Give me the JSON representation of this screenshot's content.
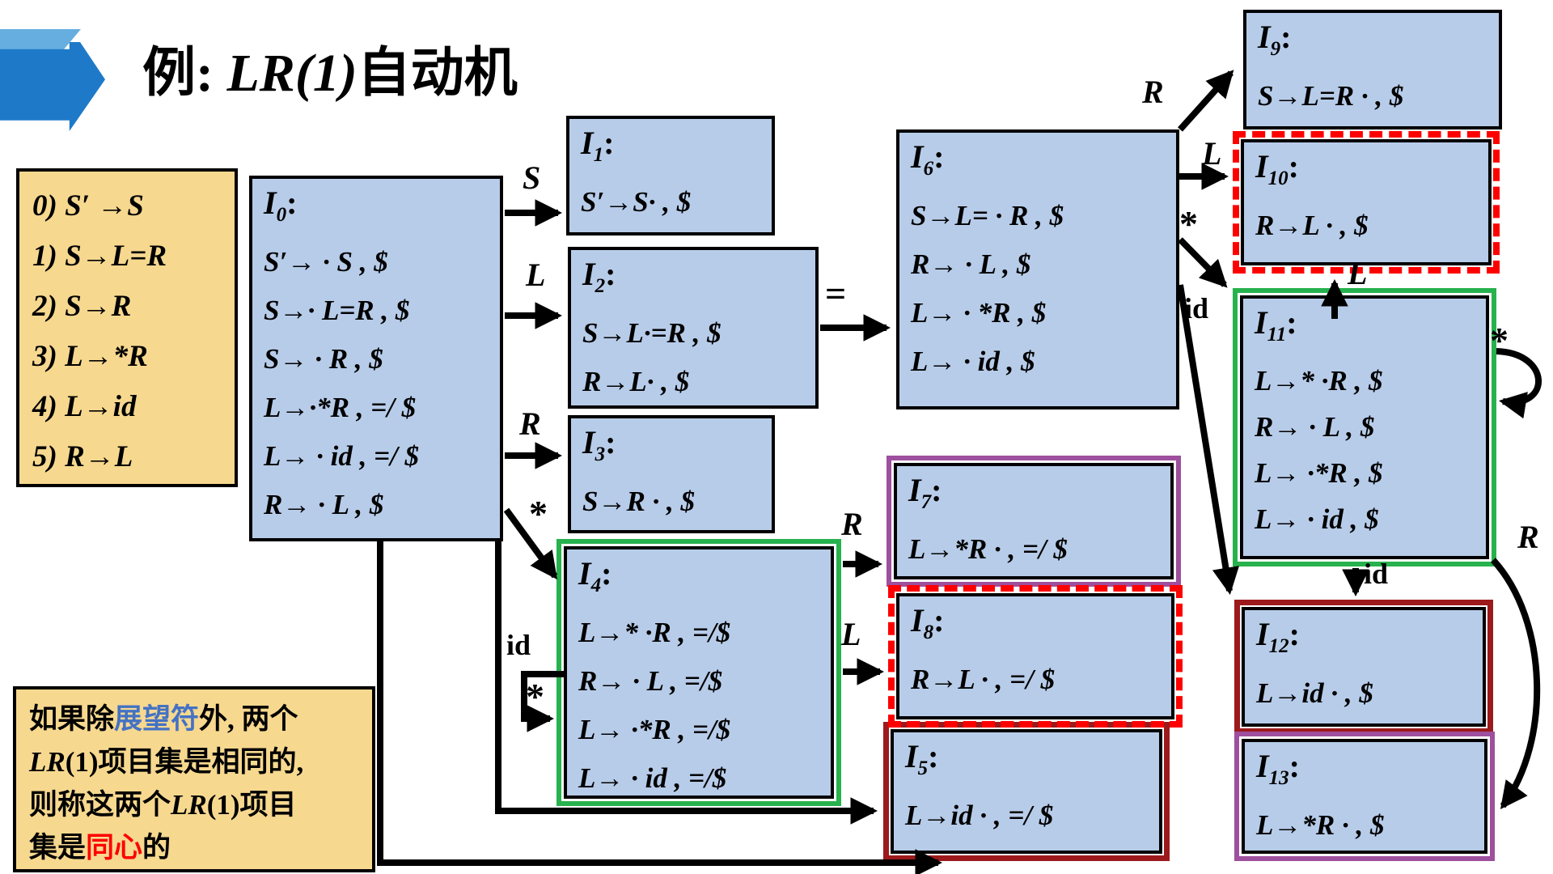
{
  "title": {
    "prefix": "例: ",
    "math": "LR(1)",
    "suffix": "自动机"
  },
  "ui": {
    "colon": ":"
  },
  "colors": {
    "state_fill": "#B7CCE9",
    "group_green": "#27B24E",
    "group_purple": "#9E4F9E",
    "group_maroon": "#9C1A1C",
    "group_red_dashed": "#FF0000",
    "note_fill": "#F6D88F",
    "lookahead_blue": "#4472C4",
    "core_red": "#FF0000",
    "title_arrow_dark": "#1E7AC9",
    "title_arrow_light": "#66AEE0"
  },
  "grammar": {
    "lines": [
      "0) S′ →S",
      "1) S→L=R",
      "2) S→R",
      "3) L→*R",
      "4) L→id",
      "5) R→L"
    ]
  },
  "note": {
    "lines": [
      [
        {
          "text": "如果除"
        },
        {
          "text": "展望符",
          "color": "#4472C4"
        },
        {
          "text": "外, 两个"
        }
      ],
      [
        {
          "text": "LR",
          "italic": true
        },
        {
          "text": "(1)项目集是相同的,"
        }
      ],
      [
        {
          "text": "则称这两个"
        },
        {
          "text": "LR",
          "italic": true
        },
        {
          "text": "(1)项目"
        }
      ],
      [
        {
          "text": "集是"
        },
        {
          "text": "同心",
          "color": "#FF0000"
        },
        {
          "text": "的"
        }
      ]
    ]
  },
  "states": {
    "I0": {
      "label": "I",
      "sub": "0",
      "items": [
        "S′→ · S , $",
        "S→· L=R , $",
        "S→ · R , $",
        "L→·*R , =/ $",
        "L→ · id , =/ $",
        "R→ · L , $"
      ]
    },
    "I1": {
      "label": "I",
      "sub": "1",
      "items": [
        "S′→S· , $"
      ]
    },
    "I2": {
      "label": "I",
      "sub": "2",
      "items": [
        "S→L·=R , $",
        "R→L· , $"
      ]
    },
    "I3": {
      "label": "I",
      "sub": "3",
      "items": [
        "S→R · , $"
      ]
    },
    "I4": {
      "label": "I",
      "sub": "4",
      "items": [
        "L→* ·R , =/$",
        "R→ · L , =/$",
        "L→ ·*R , =/$",
        "L→ · id , =/$"
      ]
    },
    "I5": {
      "label": "I",
      "sub": "5",
      "items": [
        "L→id · , =/ $"
      ]
    },
    "I6": {
      "label": "I",
      "sub": "6",
      "items": [
        "S→L= · R , $",
        "R→ · L , $",
        "L→ · *R , $",
        "L→ · id , $"
      ]
    },
    "I7": {
      "label": "I",
      "sub": "7",
      "items": [
        "L→*R · , =/ $"
      ]
    },
    "I8": {
      "label": "I",
      "sub": "8",
      "items": [
        "R→L · , =/ $"
      ]
    },
    "I9": {
      "label": "I",
      "sub": "9",
      "items": [
        "S→L=R · , $"
      ]
    },
    "I10": {
      "label": "I",
      "sub": "10",
      "items": [
        "R→L · , $"
      ]
    },
    "I11": {
      "label": "I",
      "sub": "11",
      "items": [
        "L→* ·R , $",
        "R→ · L , $",
        "L→ ·*R , $",
        "L→ · id , $"
      ]
    },
    "I12": {
      "label": "I",
      "sub": "12",
      "items": [
        "L→id · , $"
      ]
    },
    "I13": {
      "label": "I",
      "sub": "13",
      "items": [
        "L→*R · , $"
      ]
    }
  },
  "edge_labels": {
    "S": "S",
    "L": "L",
    "R": "R",
    "star": "*",
    "id": "id",
    "assign": "="
  }
}
